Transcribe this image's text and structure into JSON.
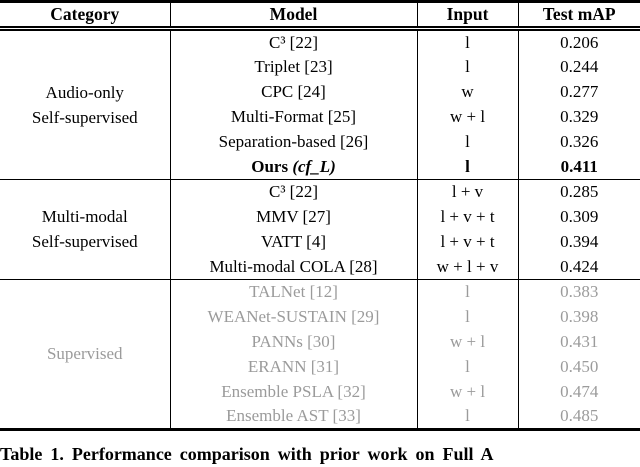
{
  "table": {
    "headers": [
      "Category",
      "Model",
      "Input",
      "Test mAP"
    ],
    "sections": [
      {
        "category_lines": [
          "Audio-only",
          "Self-supervised"
        ],
        "rows": [
          {
            "model": "C³ [22]",
            "input": "l",
            "map": "0.206"
          },
          {
            "model": "Triplet [23]",
            "input": "l",
            "map": "0.244"
          },
          {
            "model": "CPC [24]",
            "input": "w",
            "map": "0.277"
          },
          {
            "model": "Multi-Format [25]",
            "input": "w + l",
            "map": "0.329"
          },
          {
            "model": "Separation-based [26]",
            "input": "l",
            "map": "0.326"
          },
          {
            "model_bold": "Ours",
            "model_italic": "(cf_L)",
            "input": "l",
            "map": "0.411"
          }
        ]
      },
      {
        "category_lines": [
          "Multi-modal",
          "Self-supervised"
        ],
        "rows": [
          {
            "model": "C³ [22]",
            "input": "l + v",
            "map": "0.285"
          },
          {
            "model": "MMV [27]",
            "input": "l + v + t",
            "map": "0.309"
          },
          {
            "model": "VATT [4]",
            "input": "l + v + t",
            "map": "0.394"
          },
          {
            "model": "Multi-modal COLA [28]",
            "input": "w + l + v",
            "map": "0.424"
          }
        ]
      },
      {
        "category_lines": [
          "Supervised"
        ],
        "rows": [
          {
            "model": "TALNet [12]",
            "input": "l",
            "map": "0.383"
          },
          {
            "model": "WEANet-SUSTAIN [29]",
            "input": "l",
            "map": "0.398"
          },
          {
            "model": "PANNs [30]",
            "input": "w + l",
            "map": "0.431"
          },
          {
            "model": "ERANN [31]",
            "input": "l",
            "map": "0.450"
          },
          {
            "model": "Ensemble PSLA [32]",
            "input": "w + l",
            "map": "0.474"
          },
          {
            "model": "Ensemble AST [33]",
            "input": "l",
            "map": "0.485"
          }
        ]
      }
    ]
  },
  "caption": "Table 1. Performance comparison with prior work on Full A",
  "colors": {
    "text": "#000000",
    "supervised_gray": "#9b9b9b",
    "rule": "#000000"
  }
}
